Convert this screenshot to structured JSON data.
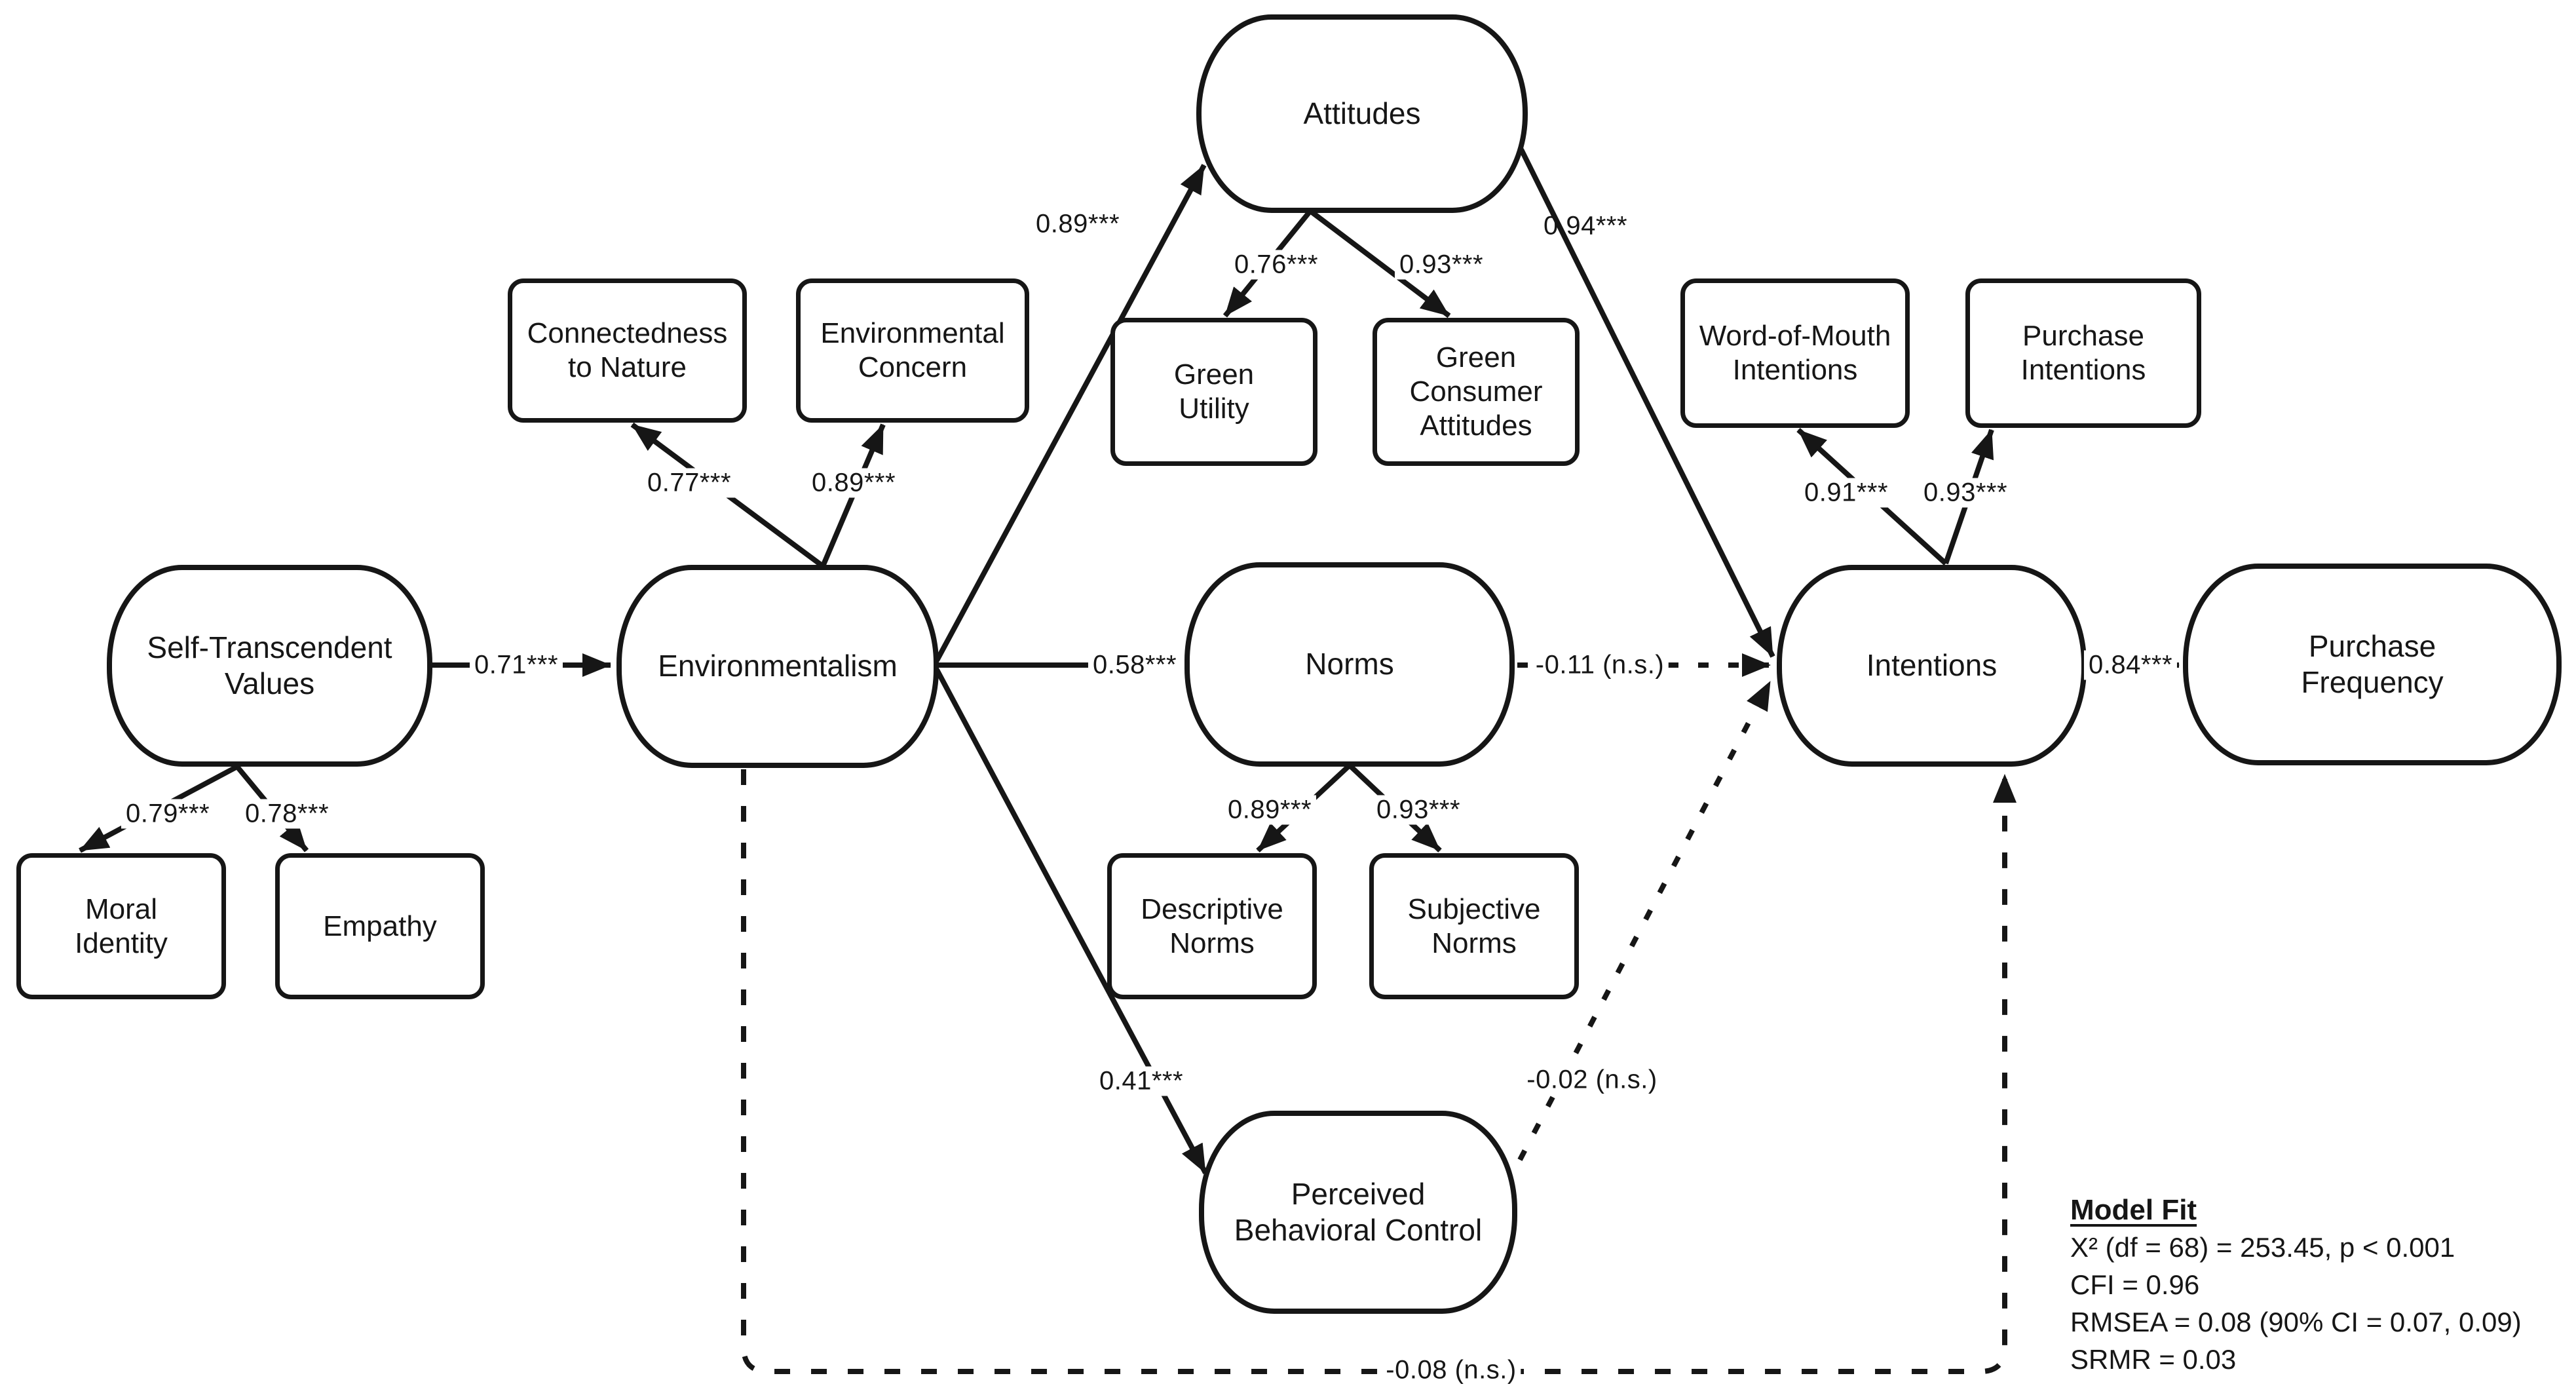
{
  "diagram": {
    "latent_nodes": [
      {
        "id": "stv",
        "label": "Self-Transcendent Values"
      },
      {
        "id": "environmentalism",
        "label": "Environmentalism"
      },
      {
        "id": "attitudes",
        "label": "Attitudes"
      },
      {
        "id": "norms",
        "label": "Norms"
      },
      {
        "id": "pbc",
        "label": "Perceived Behavioral Control"
      },
      {
        "id": "intentions",
        "label": "Intentions"
      },
      {
        "id": "purchase_frequency",
        "label": "Purchase Frequency"
      }
    ],
    "indicator_nodes": [
      {
        "id": "connectedness_to_nature",
        "label": "Connectedness to Nature"
      },
      {
        "id": "environmental_concern",
        "label": "Environmental Concern"
      },
      {
        "id": "green_utility",
        "label": "Green Utility"
      },
      {
        "id": "green_consumer_attitudes",
        "label": "Green Consumer Attitudes"
      },
      {
        "id": "word_of_mouth_intentions",
        "label": "Word-of-Mouth Intentions"
      },
      {
        "id": "purchase_intentions",
        "label": "Purchase Intentions"
      },
      {
        "id": "moral_identity",
        "label": "Moral Identity"
      },
      {
        "id": "empathy",
        "label": "Empathy"
      },
      {
        "id": "descriptive_norms",
        "label": "Descriptive Norms"
      },
      {
        "id": "subjective_norms",
        "label": "Subjective Norms"
      }
    ],
    "structural_paths": [
      {
        "from": "Self-Transcendent Values",
        "to": "Environmentalism",
        "coefficient": "0.71***",
        "style": "solid"
      },
      {
        "from": "Environmentalism",
        "to": "Attitudes",
        "coefficient": "0.89***",
        "style": "solid"
      },
      {
        "from": "Environmentalism",
        "to": "Norms",
        "coefficient": "0.58***",
        "style": "solid"
      },
      {
        "from": "Environmentalism",
        "to": "Perceived Behavioral Control",
        "coefficient": "0.41***",
        "style": "solid"
      },
      {
        "from": "Attitudes",
        "to": "Intentions",
        "coefficient": "0.94***",
        "style": "solid"
      },
      {
        "from": "Norms",
        "to": "Intentions",
        "coefficient": "-0.11 (n.s.)",
        "style": "dashed"
      },
      {
        "from": "Perceived Behavioral Control",
        "to": "Intentions",
        "coefficient": "-0.02 (n.s.)",
        "style": "dashed"
      },
      {
        "from": "Environmentalism",
        "to": "Intentions",
        "coefficient": "-0.08 (n.s.)",
        "style": "dashed"
      },
      {
        "from": "Intentions",
        "to": "Purchase Frequency",
        "coefficient": "0.84***",
        "style": "solid"
      }
    ],
    "loadings": [
      {
        "from": "Self-Transcendent Values",
        "to": "Moral Identity",
        "coefficient": "0.79***"
      },
      {
        "from": "Self-Transcendent Values",
        "to": "Empathy",
        "coefficient": "0.78***"
      },
      {
        "from": "Environmentalism",
        "to": "Connectedness to Nature",
        "coefficient": "0.77***"
      },
      {
        "from": "Environmentalism",
        "to": "Environmental Concern",
        "coefficient": "0.89***"
      },
      {
        "from": "Attitudes",
        "to": "Green Utility",
        "coefficient": "0.76***"
      },
      {
        "from": "Attitudes",
        "to": "Green Consumer Attitudes",
        "coefficient": "0.93***"
      },
      {
        "from": "Norms",
        "to": "Descriptive Norms",
        "coefficient": "0.89***"
      },
      {
        "from": "Norms",
        "to": "Subjective Norms",
        "coefficient": "0.93***"
      },
      {
        "from": "Intentions",
        "to": "Word-of-Mouth Intentions",
        "coefficient": "0.91***"
      },
      {
        "from": "Intentions",
        "to": "Purchase Intentions",
        "coefficient": "0.93***"
      }
    ],
    "model_fit": {
      "title": "Model Fit",
      "chi_square": "X² (df = 68) = 253.45, p < 0.001",
      "cfi": "CFI = 0.96",
      "rmsea": "RMSEA = 0.08 (90% CI = 0.07, 0.09)",
      "srmr": "SRMR = 0.03"
    },
    "colors": {
      "ink": "#161616",
      "background": "#ffffff"
    }
  }
}
